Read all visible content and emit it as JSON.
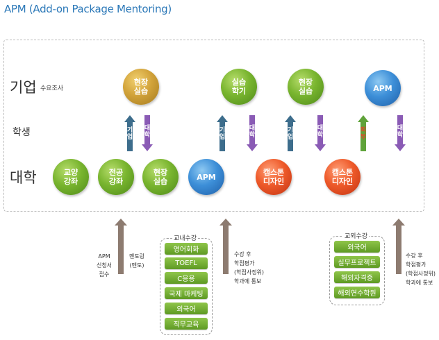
{
  "title": "APM (Add-on Package Mentoring)",
  "rows": {
    "company": "기업",
    "company_sub": "수요조사",
    "student": "학생",
    "university": "대학"
  },
  "circles": {
    "company_field_practice": "현장\n실습",
    "company_practice_semester": "실습\n학기",
    "company_field_practice2": "현장\n실습",
    "company_apm": "APM",
    "univ_liberal": "교양\n강좌",
    "univ_major": "전공\n강좌",
    "univ_field_practice": "현장\n실습",
    "univ_apm": "APM",
    "univ_capstone1": "캡스톤\n디자인",
    "univ_capstone2": "캡스톤\n디자인"
  },
  "arrows": {
    "company1": "기\n업",
    "univ1": "대\n학",
    "company2": "기\n업",
    "univ2": "대\n학",
    "company3": "기\n업",
    "univ3": "대\n학",
    "external": "외\n부",
    "univ4": "대\n학"
  },
  "left_notes": {
    "apm_apply": "APM\n신청서\n접수",
    "mentoring": "멘토링\n(멘토)"
  },
  "internal": {
    "title": "교내수강",
    "courses": [
      "영어회화",
      "TOEFL",
      "C응용",
      "국제 마케팅",
      "외국어",
      "직무교육"
    ],
    "note": "수강 후\n학점평가\n(학점사정위)\n학과에 통보"
  },
  "external": {
    "title": "교외수강",
    "courses": [
      "외국어",
      "실무프로젝트",
      "해외자격증",
      "해외연수학원"
    ],
    "note": "수강 후\n학점평가\n(학점사정위)\n학과에 통보"
  },
  "colors": {
    "title_blue": "#2b78b8",
    "company_arrow": "#3d6d8c",
    "univ_arrow": "#8a5bb5",
    "external_arrow": "#5fa33a",
    "bottom_arrow": "#8d7b70",
    "pill_green": "#74b03a"
  }
}
